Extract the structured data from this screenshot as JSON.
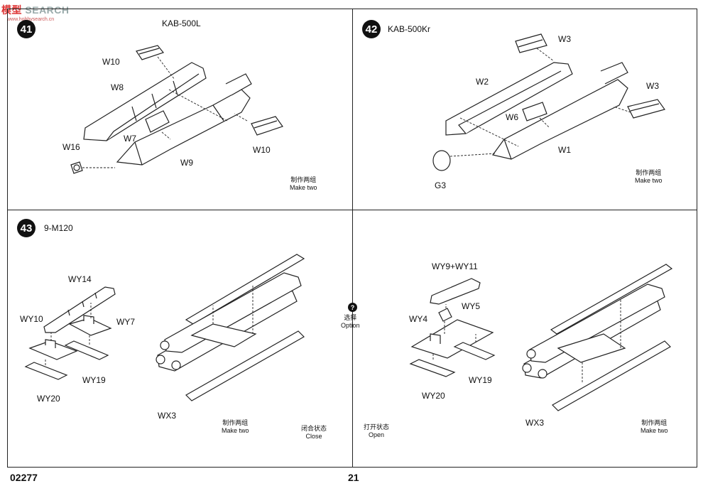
{
  "watermark": {
    "logo_cn": "模型",
    "logo_en": "SEARCH",
    "url": "www.hobbysearch.cn"
  },
  "steps": [
    {
      "num": "41",
      "title": "KAB-500L",
      "note_cn": "制作两组",
      "note_en": "Make two",
      "parts": [
        "W10",
        "W8",
        "W7",
        "W16",
        "W9",
        "W10"
      ]
    },
    {
      "num": "42",
      "title": "KAB-500Kr",
      "note_cn": "制作两组",
      "note_en": "Make two",
      "parts": [
        "W3",
        "W2",
        "W3",
        "W6",
        "W1",
        "G3"
      ]
    },
    {
      "num": "43",
      "title": "9-M120",
      "left": {
        "parts": [
          "WY14",
          "WY10",
          "WY7",
          "WY19",
          "WY20",
          "WX3"
        ],
        "note_cn": "制作两组",
        "note_en": "Make two",
        "state_cn": "闭合状态",
        "state_en": "Close"
      },
      "right": {
        "parts": [
          "WY9+WY11",
          "WY5",
          "WY4",
          "WY19",
          "WY20",
          "WX3"
        ],
        "note_cn": "制作两组",
        "note_en": "Make two",
        "state_cn": "打开状态",
        "state_en": "Open"
      }
    }
  ],
  "option": {
    "icon": "?",
    "label_cn": "选择",
    "label_en": "Option"
  },
  "footer": {
    "code": "02277",
    "page": "21"
  }
}
